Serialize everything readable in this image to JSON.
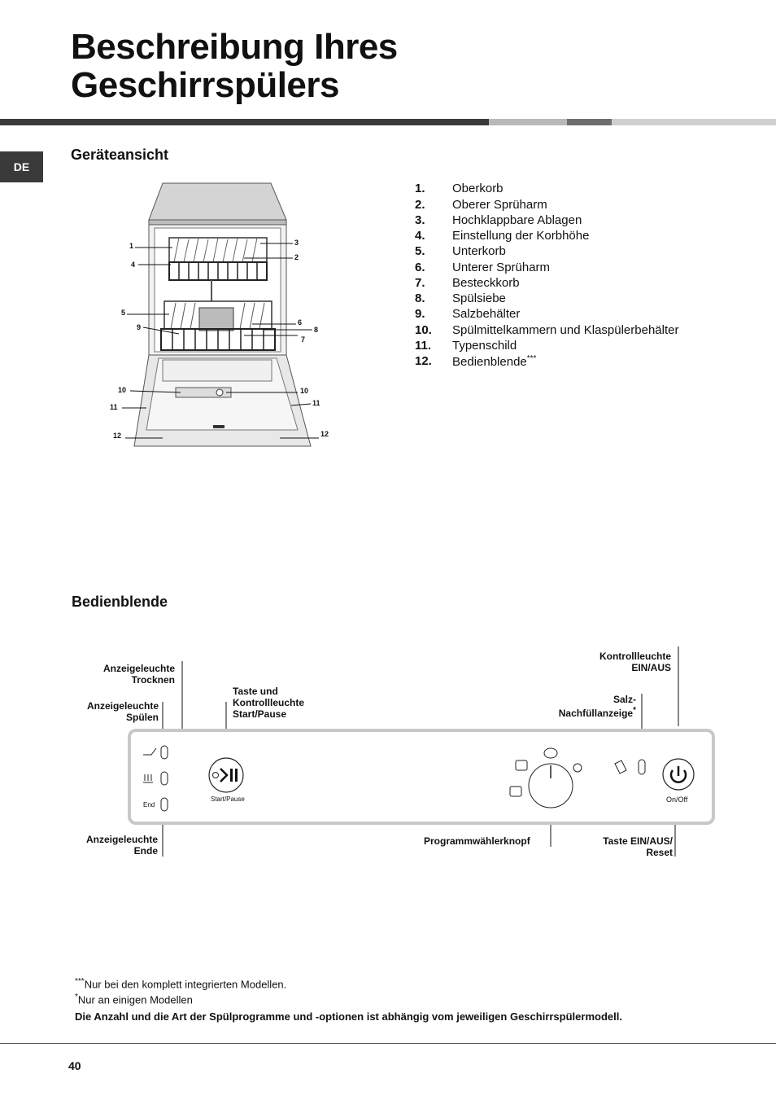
{
  "page": {
    "title_line1": "Beschreibung Ihres",
    "title_line2": "Geschirrspülers",
    "language_badge": "DE",
    "page_number": "40"
  },
  "device_view": {
    "heading": "Geräteansicht",
    "callouts": [
      "1",
      "2",
      "3",
      "4",
      "5",
      "6",
      "7",
      "8",
      "9",
      "10",
      "11",
      "12"
    ],
    "legend": [
      {
        "num": "1.",
        "text": "Oberkorb"
      },
      {
        "num": "2.",
        "text": "Oberer Sprüharm"
      },
      {
        "num": "3.",
        "text": "Hochklappbare Ablagen"
      },
      {
        "num": "4.",
        "text": "Einstellung der Korbhöhe"
      },
      {
        "num": "5.",
        "text": "Unterkorb"
      },
      {
        "num": "6.",
        "text": "Unterer Sprüharm"
      },
      {
        "num": "7.",
        "text": "Besteckkorb"
      },
      {
        "num": "8.",
        "text": "Spülsiebe"
      },
      {
        "num": "9.",
        "text": "Salzbehälter"
      },
      {
        "num": "10.",
        "text": "Spülmittelkammern und Klaspülerbehälter"
      },
      {
        "num": "11.",
        "text": "Typenschild"
      },
      {
        "num": "12.",
        "text": "Bedienblende",
        "sup": "***"
      }
    ]
  },
  "control_panel": {
    "heading": "Bedienblende",
    "labels": {
      "dry_light_1": "Anzeigeleuchte",
      "dry_light_2": "Trocknen",
      "rinse_light_1": "Anzeigeleuchte",
      "rinse_light_2": "Spülen",
      "end_light_1": "Anzeigeleuchte",
      "end_light_2": "Ende",
      "start_1": "Taste und",
      "start_2": "Kontrollleuchte",
      "start_3": "Start/Pause",
      "onoff_light_1": "Kontrollleuchte",
      "onoff_light_2": "EIN/AUS",
      "salt_1": "Salz-",
      "salt_2": "Nachfüllanzeige",
      "salt_sup": "*",
      "selector": "Programmwählerknopf",
      "onoff_btn_1": "Taste EIN/AUS/",
      "onoff_btn_2": "Reset"
    },
    "panel_text": {
      "end": "End",
      "start_pause": "Start/Pause",
      "on_off": "On/Off"
    }
  },
  "footnotes": {
    "fn1_mark": "***",
    "fn1": "Nur bei den komplett integrierten Modellen.",
    "fn2_mark": "*",
    "fn2": "Nur an einigen Modellen",
    "note": "Die Anzahl und die Art der Spülprogramme und -optionen ist abhängig vom jeweiligen Geschirrspülermodell."
  }
}
